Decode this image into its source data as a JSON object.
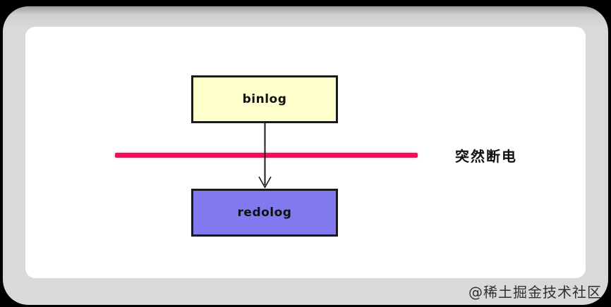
{
  "window": {
    "frame_bg": "#000000",
    "card_bg": "#d9d9d9",
    "canvas_bg": "#ffffff"
  },
  "diagram": {
    "nodes": [
      {
        "id": "binlog",
        "label": "binlog",
        "fill": "#ffffcc",
        "border_color": "#1a1a1a",
        "text_color": "#111111"
      },
      {
        "id": "redolog",
        "label": "redolog",
        "fill": "#8279f0",
        "border_color": "#1a1a1a",
        "text_color": "#111111"
      }
    ],
    "connector": {
      "from": "binlog",
      "to": "redolog",
      "color": "#1a1a1a",
      "head": "open-arrow"
    },
    "failure_line": {
      "label": "突然断电",
      "color": "#f50d5a",
      "label_color": "#111111"
    }
  },
  "watermark": {
    "text": "@稀土掘金技术社区",
    "color": "#2f2f2f"
  }
}
